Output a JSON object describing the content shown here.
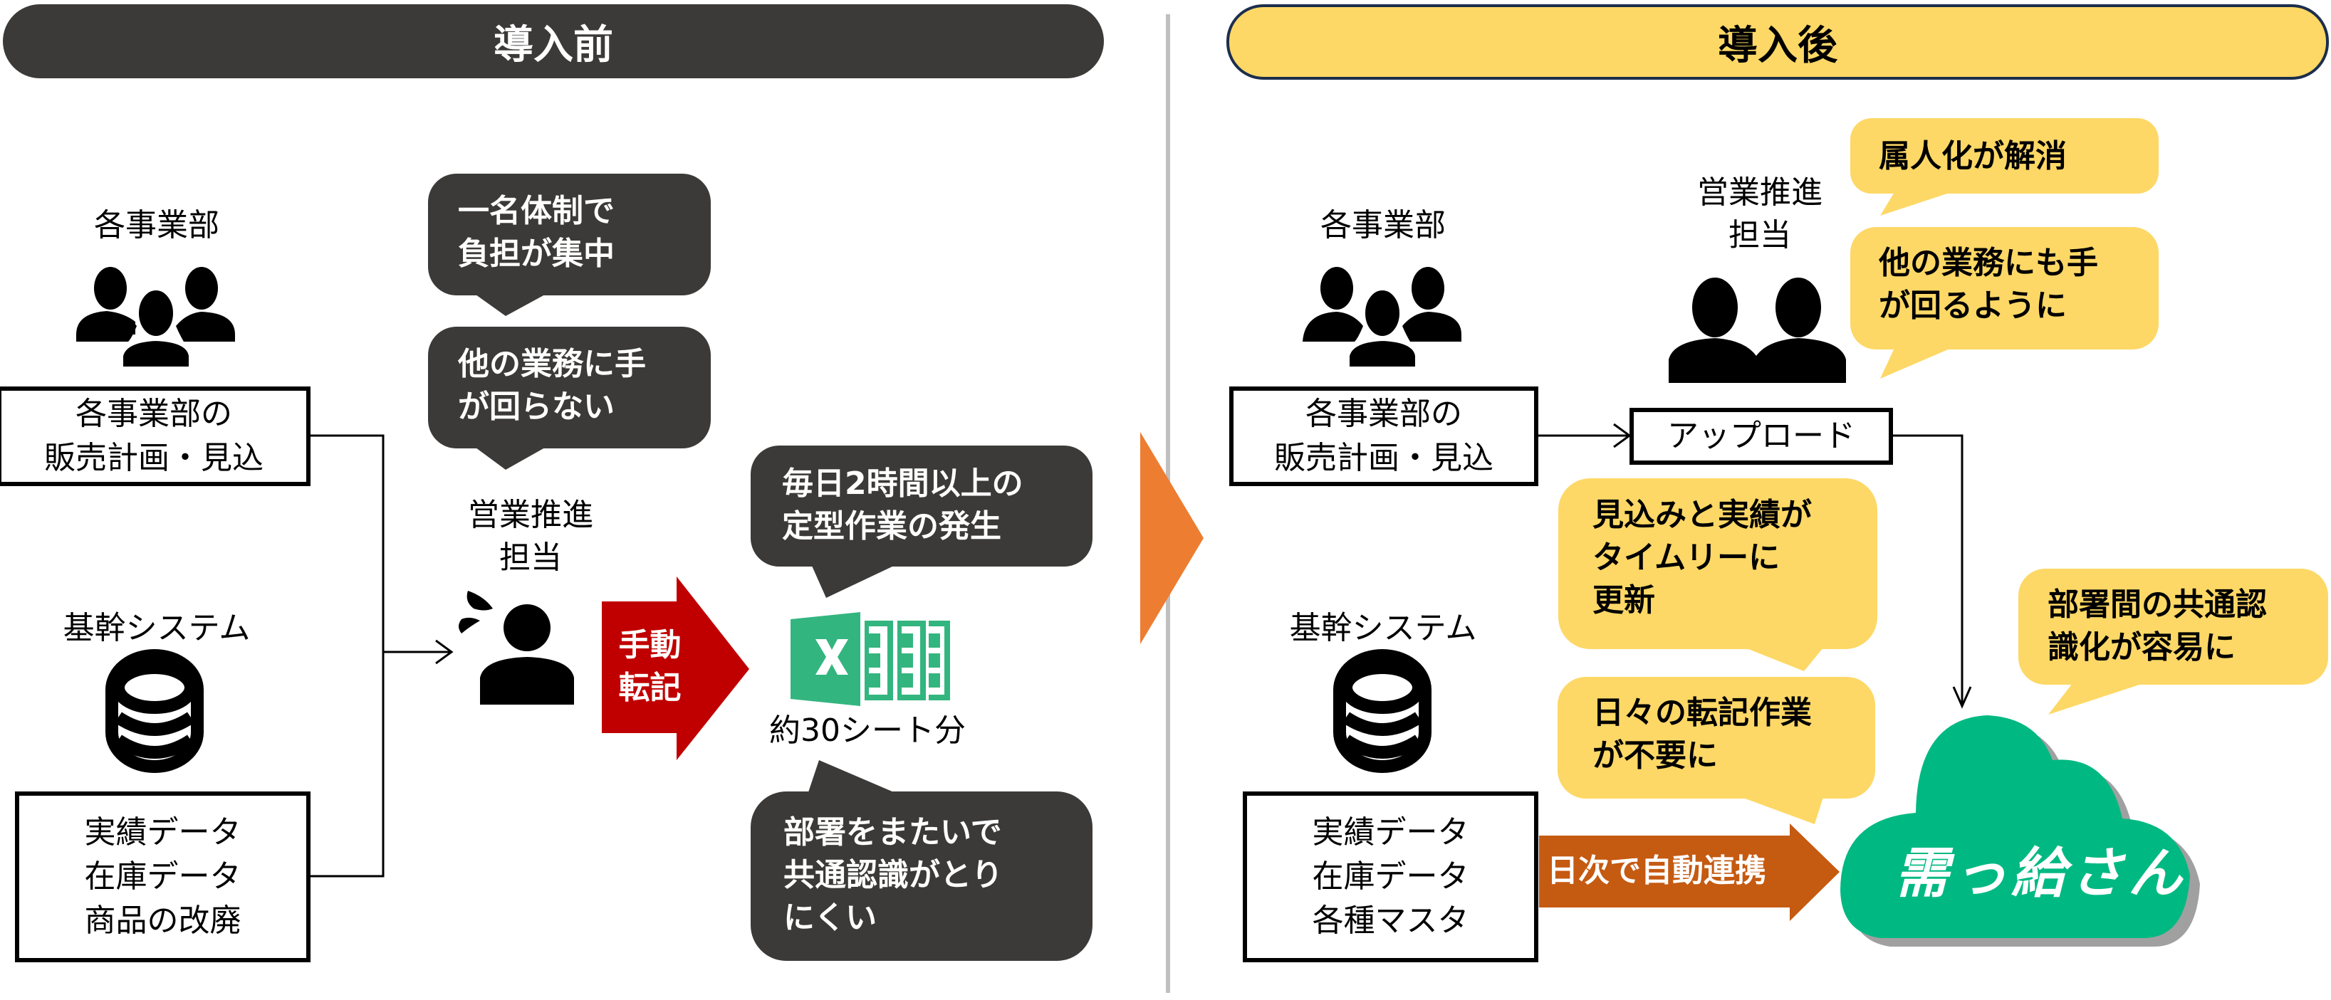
{
  "colors": {
    "dark_bubble": "#3b3a38",
    "yellow_bubble": "#fdd866",
    "header_after_border": "#1c2e4d",
    "manual_arrow": "#c00000",
    "auto_arrow": "#c55a11",
    "transition_arrow": "#ed7d31",
    "excel_green": "#33b580",
    "cloud_green": "#00b982",
    "divider": "#bfbfbf"
  },
  "before": {
    "header": "導入前",
    "departments_label": "各事業部",
    "departments_box": "各事業部の\n販売計画・見込",
    "core_system_label": "基幹システム",
    "core_system_box": "実績データ\n在庫データ\n商品の改廃",
    "staff_label": "営業推進\n担当",
    "manual_arrow_label": "手動\n転記",
    "excel_caption": "約30シート分",
    "bubbles": [
      {
        "text": "一名体制で\n負担が集中"
      },
      {
        "text": "他の業務に手\nが回らない"
      },
      {
        "text": "毎日2時間以上の\n定型作業の発生"
      },
      {
        "text": "部署をまたいで\n共通認識がとり\nにくい"
      }
    ]
  },
  "after": {
    "header": "導入後",
    "departments_label": "各事業部",
    "departments_box": "各事業部の\n販売計画・見込",
    "upload_box": "アップロード",
    "core_system_label": "基幹システム",
    "core_system_box": "実績データ\n在庫データ\n各種マスタ",
    "staff_label": "営業推進\n担当",
    "auto_arrow_label": "日次で自動連携",
    "cloud_logo": "需っ給さん",
    "bubbles": [
      {
        "text": "属人化が解消"
      },
      {
        "text": "他の業務にも手\nが回るように"
      },
      {
        "text": "見込みと実績が\nタイムリーに\n更新"
      },
      {
        "text": "日々の転記作業\nが不要に"
      },
      {
        "text": "部署間の共通認\n識化が容易に"
      }
    ]
  },
  "icons": {
    "group": "people-group-icon",
    "database": "database-icon",
    "stressed_person": "stressed-person-icon",
    "pair": "two-people-icon",
    "spreadsheet": "excel-sheets-icon",
    "cloud": "cloud-icon"
  }
}
